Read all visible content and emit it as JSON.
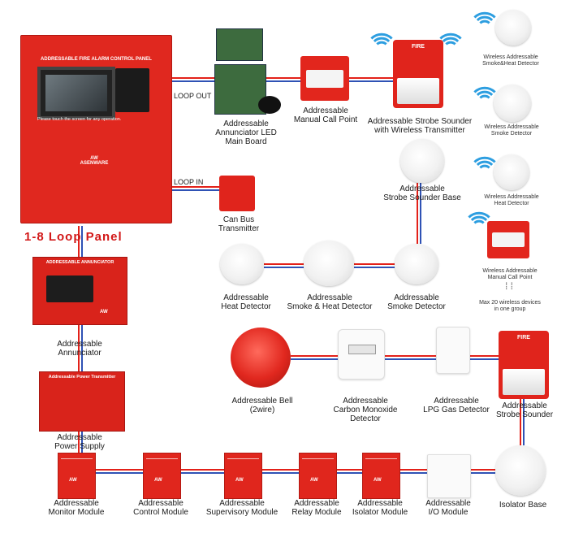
{
  "panel": {
    "title": "ADDRESSABLE FIRE ALARM CONTROL PANEL",
    "hint": "Please touch the screen for any operation.",
    "brand": "ASENWARE",
    "caption": "1-8 Loop Panel"
  },
  "loops": {
    "out": "LOOP OUT",
    "in": "LOOP IN"
  },
  "annunciator": {
    "box_title": "ADDRESSABLE ANNUNCIATOR",
    "label_line1": "Addressable",
    "label_line2": "Annunciator"
  },
  "power": {
    "box_title": "Addressable Power Transmitter",
    "label_line1": "Addressable",
    "label_line2": "Power Supply"
  },
  "canbus": {
    "label_line1": "Can Bus",
    "label_line2": "Transmitter"
  },
  "main_board": {
    "line1": "Addressable",
    "line2": "Annunciator LED",
    "line3": "Main Board"
  },
  "mcp": {
    "line1": "Addressable",
    "line2": "Manual Call Point"
  },
  "strobe_wireless": {
    "line1": "Addressable Strobe Sounder",
    "line2": "with Wireless Transmitter",
    "fire": "FIRE"
  },
  "strobe_base": {
    "line1": "Addressable",
    "line2": "Strobe Sounder Base"
  },
  "wireless": {
    "smoke_heat": {
      "line1": "Wireless Addressable",
      "line2": "Smoke&Heat Detector"
    },
    "smoke": {
      "line1": "Wireless Addressable",
      "line2": "Smoke Detector"
    },
    "heat": {
      "line1": "Wireless  Addressable",
      "line2": "Heat Detector"
    },
    "mcp": {
      "line1": "Wireless  Addressable",
      "line2": "Manual Call Point"
    },
    "max_note_1": "Max 20 wireless devices",
    "max_note_2": "in one group"
  },
  "detectors": {
    "heat": {
      "line1": "Addressable",
      "line2": "Heat Detector"
    },
    "smoke_heat": {
      "line1": "Addressable",
      "line2": "Smoke & Heat Detector"
    },
    "smoke": {
      "line1": "Addressable",
      "line2": "Smoke Detector"
    }
  },
  "bell": {
    "line1": "Addressable Bell",
    "line2": "(2wire)"
  },
  "co": {
    "line1": "Addressable",
    "line2": "Carbon Monoxide",
    "line3": "Detector"
  },
  "lpg": {
    "line1": "Addressable",
    "line2": "LPG Gas Detector"
  },
  "strobe": {
    "line1": "Addressable",
    "line2": "Strobe Sounder",
    "fire": "FIRE"
  },
  "modules": [
    {
      "line1": "Addressable",
      "line2": "Monitor Module"
    },
    {
      "line1": "Addressable",
      "line2": "Control Module"
    },
    {
      "line1": "Addressable",
      "line2": "Supervisory Module"
    },
    {
      "line1": "Addressable",
      "line2": "Relay Module"
    },
    {
      "line1": "Addressable",
      "line2": "Isolator Module"
    },
    {
      "line1": "Addressable",
      "line2": "I/O Module"
    }
  ],
  "isolator_base": {
    "label": "Isolator Base"
  },
  "colors": {
    "wire_red": "#e32119",
    "wire_blue": "#2f52b5",
    "device_red": "#e0241c",
    "wireless_blue": "#2d9ee0"
  }
}
